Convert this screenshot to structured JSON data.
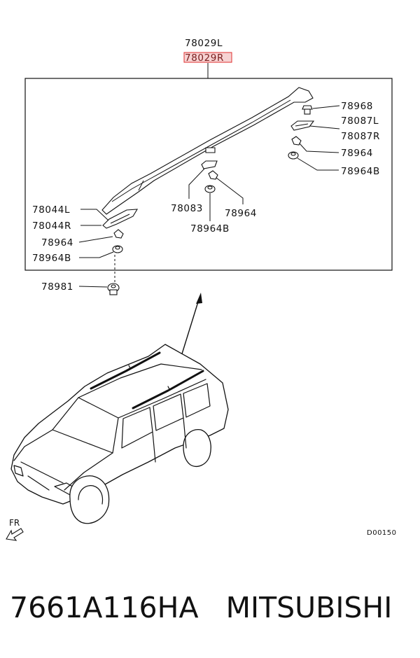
{
  "labels": {
    "rail_l": "78029L",
    "rail_r": "78029R",
    "screw": "78968",
    "cover_front_l": "78087L",
    "cover_front_r": "78087R",
    "clip_right": "78964",
    "grommet_right": "78964B",
    "cover_rear_l": "78044L",
    "cover_rear_r": "78044R",
    "clip_left": "78964",
    "grommet_left": "78964B",
    "cover_center": "78083",
    "clip_center": "78964",
    "grommet_center": "78964B",
    "fastener": "78981",
    "direction": "FR",
    "diagram_code": "D00150"
  },
  "caption": {
    "part_number": "7661A116HA",
    "brand": "MITSUBISHI"
  },
  "colors": {
    "highlight": "#e03030",
    "highlight_fill": "#f6d2d2"
  }
}
